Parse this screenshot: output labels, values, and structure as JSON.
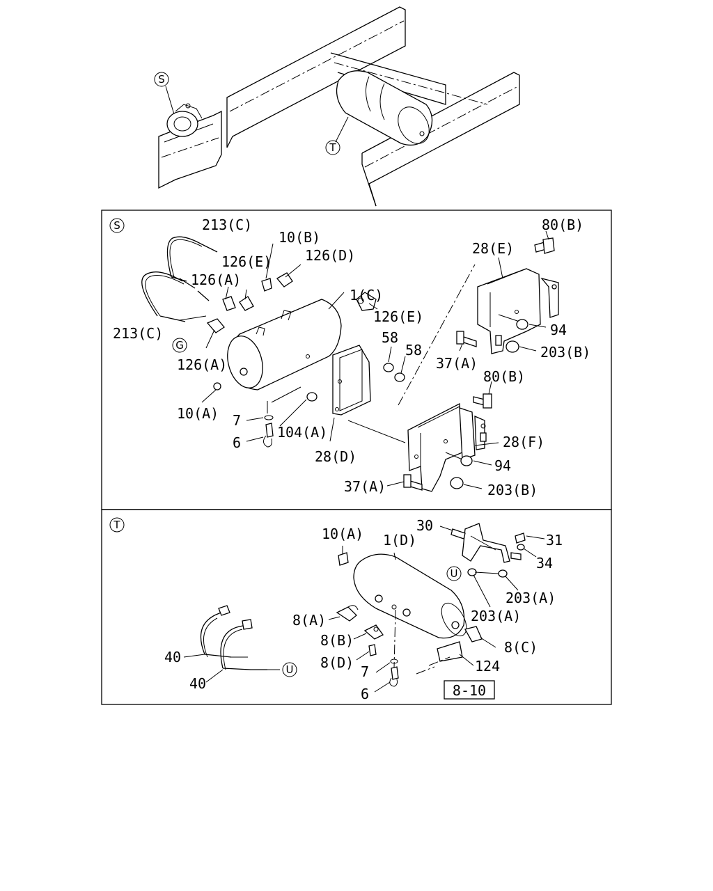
{
  "callouts": {
    "s": "S",
    "t": "T",
    "g": "G",
    "u": "U"
  },
  "labels": {
    "p213c_top": "213(C)",
    "p213c_bottom": "213(C)",
    "p10b": "10(B)",
    "p126e_top": "126(E)",
    "p126d": "126(D)",
    "p126a_top": "126(A)",
    "p1c": "1(C)",
    "p126e_right": "126(E)",
    "p126a_bottom": "126(A)",
    "p58a": "58",
    "p58b": "58",
    "p10a_s": "10(A)",
    "p7_s": "7",
    "p6_s": "6",
    "p104a": "104(A)",
    "p28d": "28(D)",
    "p80b_top": "80(B)",
    "p28e": "28(E)",
    "p94_top": "94",
    "p37a_top": "37(A)",
    "p203b_top": "203(B)",
    "p80b_mid": "80(B)",
    "p28f": "28(F)",
    "p94_bottom": "94",
    "p37a_bottom": "37(A)",
    "p203b_bottom": "203(B)",
    "p10a_t": "10(A)",
    "p1d": "1(D)",
    "p30": "30",
    "p31": "31",
    "p34": "34",
    "p203a_right": "203(A)",
    "p203a_left": "203(A)",
    "p8a": "8(A)",
    "p8b": "8(B)",
    "p8c": "8(C)",
    "p8d": "8(D)",
    "p124": "124",
    "p7_t": "7",
    "p6_t": "6",
    "p40_top": "40",
    "p40_bottom": "40",
    "ref_box": "8-10"
  }
}
